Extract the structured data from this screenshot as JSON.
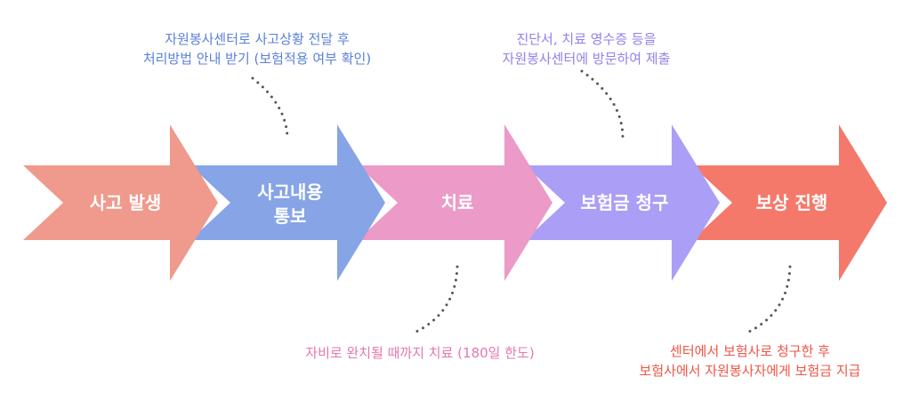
{
  "steps": [
    {
      "lines": [
        "사고 발생"
      ],
      "color": "#ef9a8c"
    },
    {
      "lines": [
        "사고내용",
        "통보"
      ],
      "color": "#86a4e6"
    },
    {
      "lines": [
        "치료"
      ],
      "color": "#ec9ac7"
    },
    {
      "lines": [
        "보험금 청구"
      ],
      "color": "#ab9ef6"
    },
    {
      "lines": [
        "보상 진행"
      ],
      "color": "#f4796b"
    }
  ],
  "notes": [
    {
      "lines": [
        "자원봉사센터로 사고상황 전달 후",
        "처리방법 안내 받기 (보험적용 여부 확인)"
      ],
      "color": "#5b80d8"
    },
    {
      "lines": [
        "자비로 완치될 때까지 치료 (180일 한도)"
      ],
      "color": "#e676b1"
    },
    {
      "lines": [
        "진단서, 치료 영수증 등을",
        "자원봉사센터에 방문하여 제출"
      ],
      "color": "#9480ea"
    },
    {
      "lines": [
        "센터에서 보험사로 청구한 후",
        "보험사에서 자원봉사자에게 보험금 지급"
      ],
      "color": "#ef5544"
    }
  ]
}
